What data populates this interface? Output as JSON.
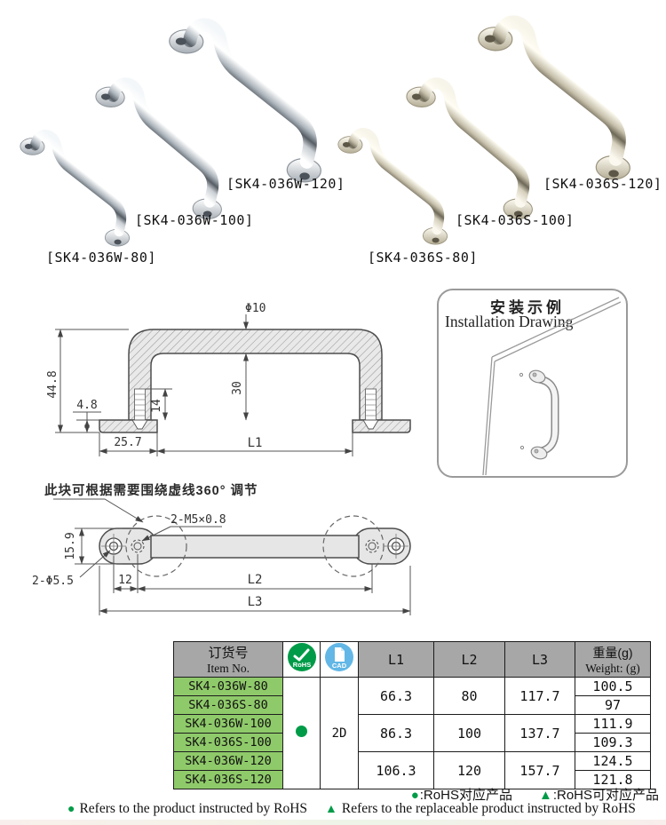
{
  "products": {
    "labels": [
      "[SK4-036W-80]",
      "[SK4-036W-100]",
      "[SK4-036W-120]",
      "[SK4-036S-80]",
      "[SK4-036S-100]",
      "[SK4-036S-120]"
    ]
  },
  "side_view": {
    "dia": "Φ10",
    "overall_height": "44.8",
    "plate_thickness": "4.8",
    "thread_depth": "14",
    "inner_height": "30",
    "foot_length": "25.7",
    "length_label": "L1"
  },
  "installation": {
    "title_cn": "安装示例",
    "title_en": "Installation Drawing"
  },
  "top_view": {
    "note": "此块可根据需要围绕虚线360° 调节",
    "thread_label": "2-M5×0.8",
    "pad_width": "15.9",
    "hole_label": "2-Φ5.5",
    "hole_offset": "12",
    "l2_label": "L2",
    "l3_label": "L3"
  },
  "table": {
    "header": {
      "item_cn": "订货号",
      "item_en": "Item No.",
      "rohs_icon": "RoHS",
      "cad_icon": "CAD",
      "l1": "L1",
      "l2": "L2",
      "l3": "L3",
      "weight_cn": "重量(g)",
      "weight_en": "Weight: (g)"
    },
    "cad_all": "2D",
    "items": [
      "SK4-036W-80",
      "SK4-036S-80",
      "SK4-036W-100",
      "SK4-036S-100",
      "SK4-036W-120",
      "SK4-036S-120"
    ],
    "groups": [
      {
        "l1": "66.3",
        "l2": "80",
        "l3": "117.7",
        "weights": [
          "100.5",
          "97"
        ]
      },
      {
        "l1": "86.3",
        "l2": "100",
        "l3": "137.7",
        "weights": [
          "111.9",
          "109.3"
        ]
      },
      {
        "l1": "106.3",
        "l2": "120",
        "l3": "157.7",
        "weights": [
          "124.5",
          "121.8"
        ]
      }
    ],
    "colors": {
      "header_bg": "#a7a7a7",
      "item_bg": "#8fca6a",
      "accent_green": "#009b48",
      "cad_blue": "#62b7e6"
    }
  },
  "legend": {
    "rohs": {
      "marker": "●",
      "text": ":RoHS对应产品"
    },
    "rohs_alt": {
      "marker": "▲",
      "text": ":RoHS可对应产品"
    }
  },
  "footer": {
    "rohs": {
      "marker": "●",
      "text": "Refers to the product instructed by RoHS"
    },
    "rohs_alt": {
      "marker": "▲",
      "text": "Refers to the replaceable product instructed by RoHS"
    }
  }
}
